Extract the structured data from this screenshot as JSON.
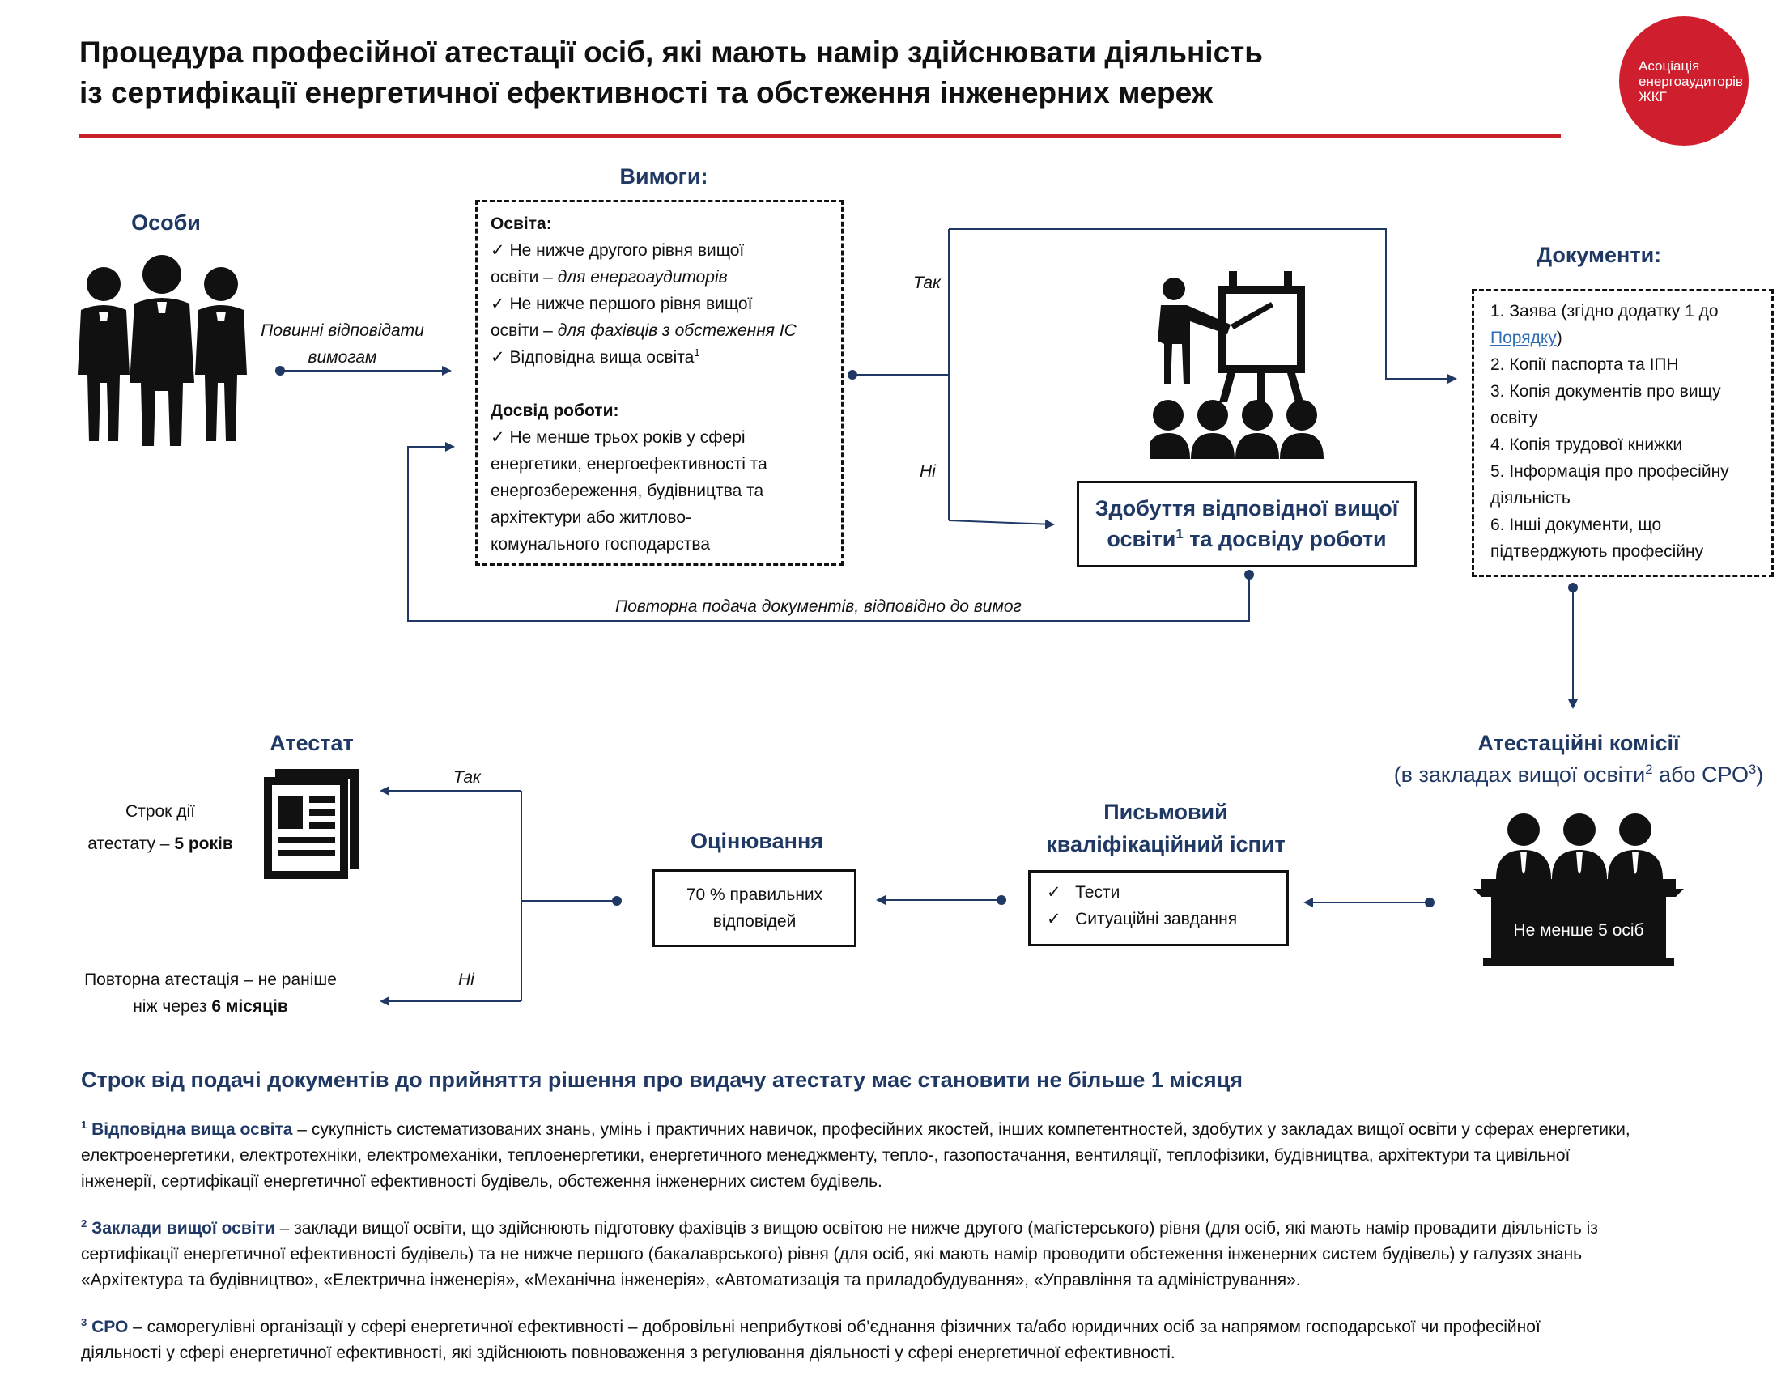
{
  "header": {
    "title_line1": "Процедура професійної атестації осіб, які мають намір здійснювати діяльність",
    "title_line2": "із сертифікації енергетичної ефективності та обстеження інженерних мереж",
    "accent_color": "#c9202e",
    "logo": {
      "line1": "Асоціація",
      "line2": "енергоаудиторів",
      "line3": "ЖКГ"
    }
  },
  "persons": {
    "heading": "Особи",
    "icon": "people-icon",
    "arrow_label_1": "Повинні відповідати",
    "arrow_label_2": "вимогам"
  },
  "requirements": {
    "heading": "Вимоги:",
    "education_title": "Освіта:",
    "edu_item1_a": "Не нижче другого рівня вищої",
    "edu_item1_b": "освіти – ",
    "edu_item1_c": "для енергоаудиторів",
    "edu_item2_a": "Не нижче першого рівня вищої",
    "edu_item2_b": "освіти – ",
    "edu_item2_c": "для фахівців з обстеження ІС",
    "edu_item3": "Відповідна вища освіта",
    "edu_item3_sup": "1",
    "experience_title": "Досвід роботи:",
    "exp_item_1": "Не менше трьох років у сфері",
    "exp_item_2": "енергетики, енергоефективності та",
    "exp_item_3": "енергозбереження, будівництва та",
    "exp_item_4": "архітектури або житлово-",
    "exp_item_5": "комунального господарства",
    "check": "✓"
  },
  "branch1": {
    "yes": "Так",
    "no": "Ні"
  },
  "training": {
    "icon": "presentation-icon",
    "line1": "Здобуття відповідної вищої",
    "line2a": "освіти",
    "line2_sup": "1",
    "line2b": " та досвіду роботи"
  },
  "resubmit_label": "Повторна подача документів, відповідно до вимог",
  "documents": {
    "heading": "Документи:",
    "item1_a": "1. Заява (згідно додатку 1 до",
    "item1_link": "Порядку",
    "item1_b": ")",
    "item2": "2. Копії паспорта та ІПН",
    "item3_a": "3. Копія документів про вищу",
    "item3_b": "освіту",
    "item4": "4. Копія трудової книжки",
    "item5_a": "5. Інформація про професійну",
    "item5_b": "діяльність",
    "item6_a": "6. Інші документи, що",
    "item6_b": "підтверджують професійну"
  },
  "commission": {
    "heading": "Атестаційні комісії",
    "sub_a": "(в закладах вищої освіти",
    "sub_sup2": "2",
    "sub_b": " або СРО",
    "sub_sup3": "3",
    "sub_c": ")",
    "icon": "commission-icon",
    "desk_label": "Не менше 5 осіб"
  },
  "exam": {
    "heading_1": "Письмовий",
    "heading_2": "кваліфікаційний іспит",
    "item1": "Тести",
    "item2": "Ситуаційні завдання",
    "check": "✓"
  },
  "evaluation": {
    "heading": "Оцінювання",
    "line1": "70 % правильних",
    "line2": "відповідей"
  },
  "branch2": {
    "yes": "Так",
    "no": "Ні"
  },
  "certificate": {
    "heading": "Атестат",
    "icon": "certificate-icon",
    "validity_1": "Строк дії",
    "validity_2a": "атестату – ",
    "validity_2b": "5 років",
    "retry_1": "Повторна атестація – не раніше",
    "retry_2a": "ніж через ",
    "retry_2b": "6 місяців"
  },
  "deadline": "Строк від подачі документів до прийняття рішення про видачу атестату має становити не більше 1 місяця",
  "footnotes": {
    "fn1_sup": "1",
    "fn1_title": "Відповідна вища освіта",
    "fn1_text1": " – сукупність систематизованих знань, умінь і практичних навичок, професійних якостей, інших компетентностей, здобутих у закладах вищої освіти у сферах енергетики,",
    "fn1_text2": "електроенергетики, електротехніки, електромеханіки, теплоенергетики, енергетичного менеджменту, тепло-, газопостачання, вентиляції, теплофізики, будівництва, архітектури та цивільної",
    "fn1_text3": "інженерії, сертифікації енергетичної ефективності будівель, обстеження інженерних систем будівель.",
    "fn2_sup": "2",
    "fn2_title": "Заклади вищої освіти",
    "fn2_text1": " – заклади вищої освіти, що здійснюють підготовку фахівців з вищою освітою не нижче другого (магістерського) рівня (для осіб, які мають намір провадити діяльність із",
    "fn2_text2": "сертифікації енергетичної ефективності будівель) та не нижче першого (бакалаврського) рівня (для осіб, які мають намір проводити обстеження інженерних систем будівель) у галузях знань",
    "fn2_text3": "«Архітектура та будівництво», «Електрична інженерія», «Механічна інженерія», «Автоматизація та приладобудування», «Управління та адміністрування».",
    "fn3_sup": "3",
    "fn3_title": "СРО",
    "fn3_text1": " – саморегулівні організації у сфері енергетичної ефективності – добровільні неприбуткові об’єднання фізичних та/або юридичних осіб за напрямом господарської чи професійної",
    "fn3_text2": "діяльності у сфері енергетичної ефективності, які здійснюють повноваження з регулювання діяльності у сфері енергетичної ефективності."
  }
}
